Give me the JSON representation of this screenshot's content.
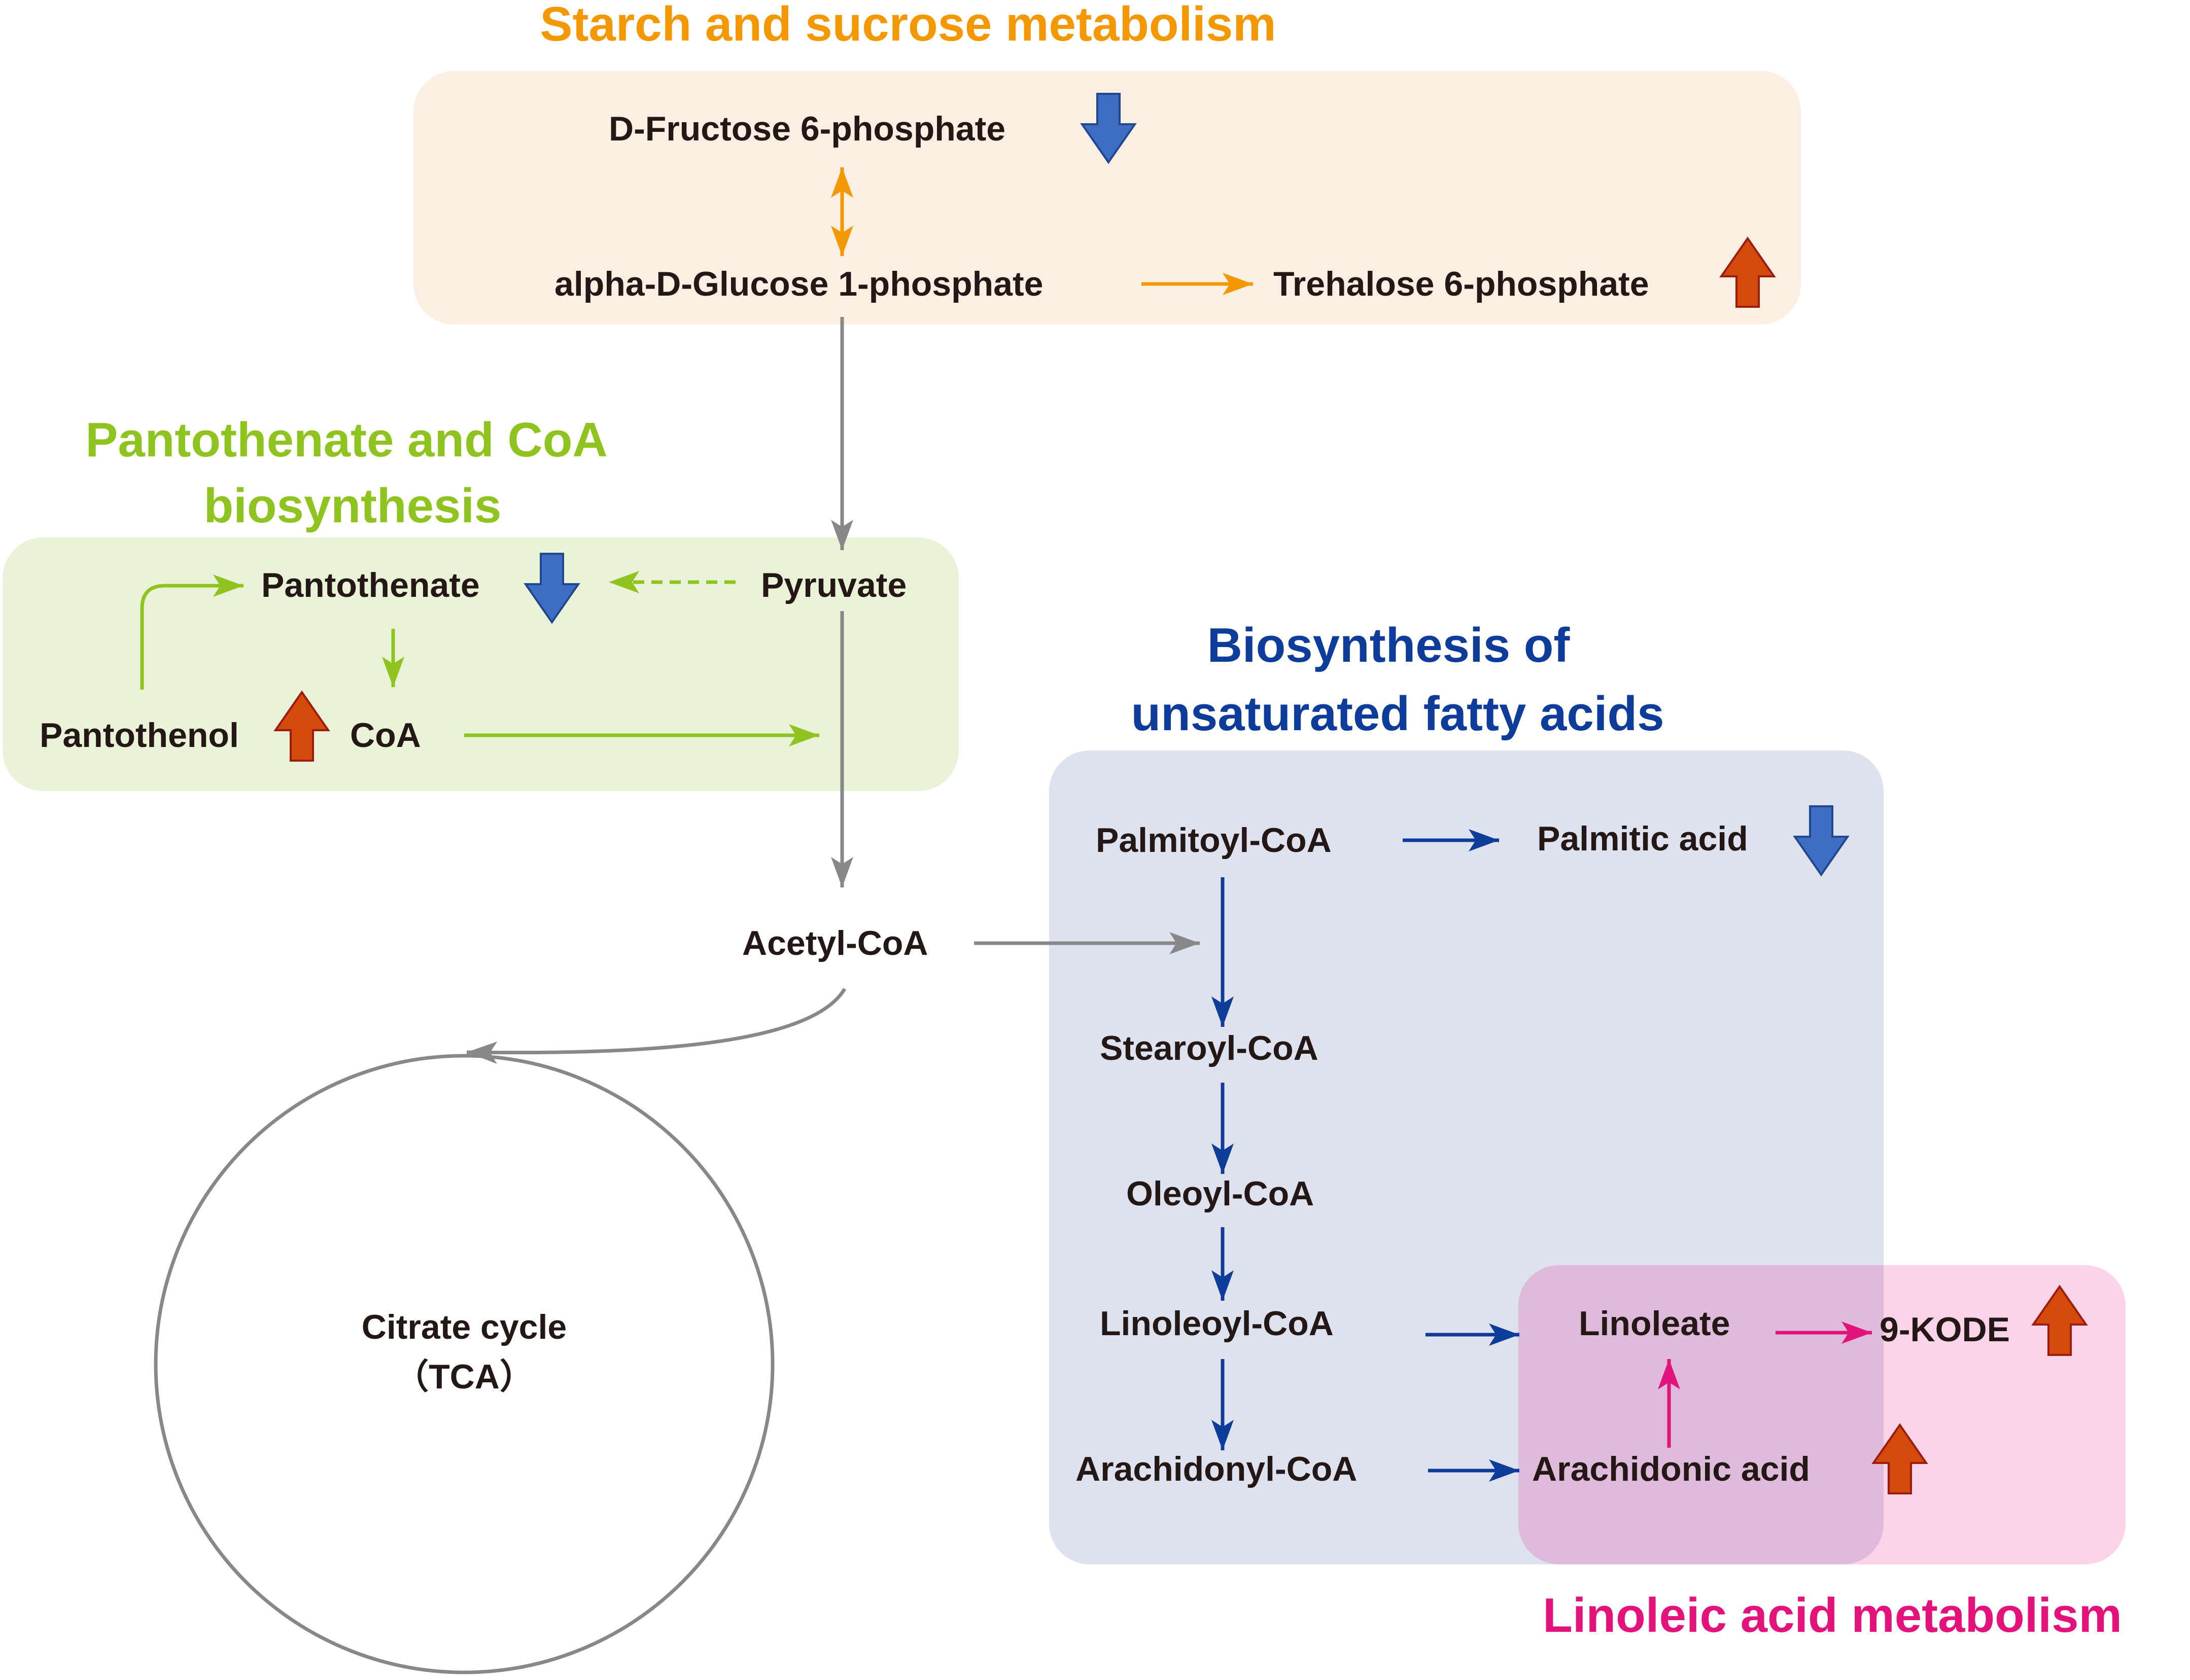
{
  "colors": {
    "starch": "#F39800",
    "pantothenate": "#8FC31F",
    "ufa": "#0D3C9A",
    "linoleic": "#E4137B",
    "gray": "#888888",
    "up": "#D44A0B",
    "down": "#3D6EC4"
  },
  "pathways": {
    "starch": {
      "title": "Starch and sucrose metabolism"
    },
    "pantothenate": {
      "title_line1": "Pantothenate and CoA",
      "title_line2": "biosynthesis"
    },
    "ufa": {
      "title_line1": "Biosynthesis of",
      "title_line2": "unsaturated fatty acids"
    },
    "linoleic": {
      "title": "Linoleic acid metabolism"
    }
  },
  "metabolites": {
    "fructose6p": {
      "label": "D-Fructose 6-phosphate",
      "change": "down"
    },
    "glucose1p": {
      "label": "alpha-D-Glucose 1-phosphate"
    },
    "trehalose6p": {
      "label": "Trehalose 6-phosphate",
      "change": "up"
    },
    "pantothenate": {
      "label": "Pantothenate",
      "change": "down"
    },
    "pyruvate": {
      "label": "Pyruvate"
    },
    "pantothenol": {
      "label": "Pantothenol",
      "change": "up"
    },
    "coa": {
      "label": "CoA"
    },
    "acetylcoa": {
      "label": "Acetyl-CoA"
    },
    "palmitoylcoa": {
      "label": "Palmitoyl-CoA"
    },
    "palmitic": {
      "label": "Palmitic acid",
      "change": "down"
    },
    "stearoylcoa": {
      "label": "Stearoyl-CoA"
    },
    "oleoylcoa": {
      "label": "Oleoyl-CoA"
    },
    "linoleoylcoa": {
      "label": "Linoleoyl-CoA"
    },
    "arachidonylcoa": {
      "label": "Arachidonyl-CoA"
    },
    "linoleate": {
      "label": "Linoleate"
    },
    "kode": {
      "label": "9-KODE",
      "change": "up"
    },
    "arachidonic": {
      "label": "Arachidonic acid",
      "change": "up"
    }
  },
  "tca": {
    "line1": "Citrate cycle",
    "line2": "（TCA）"
  }
}
